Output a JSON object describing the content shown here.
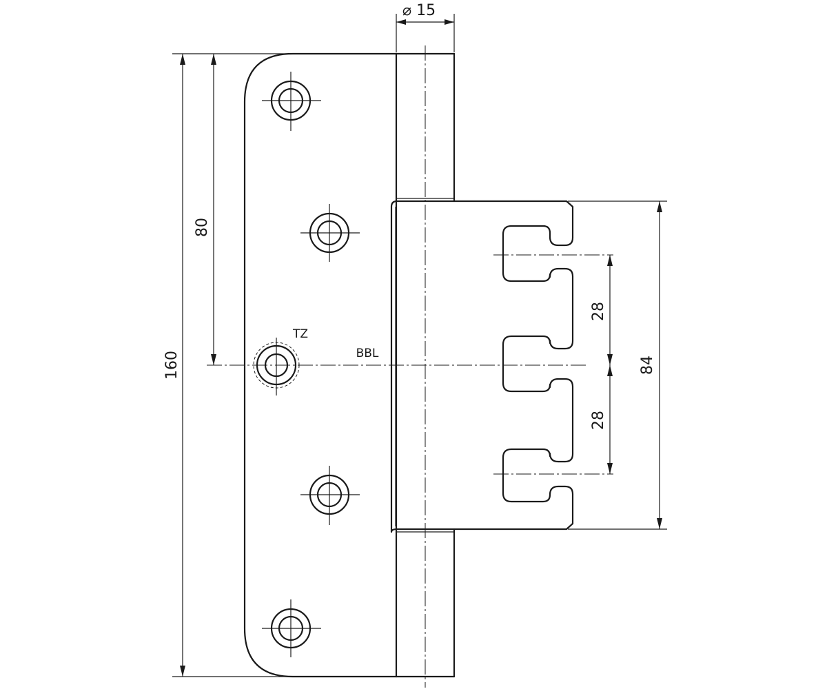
{
  "dimensions": {
    "pin_diameter": "⌀ 15",
    "total_height": "160",
    "upper_to_center": "80",
    "leaf_height": "84",
    "slot_pitch_upper": "28",
    "slot_pitch_lower": "28"
  },
  "labels": {
    "tz": "TZ",
    "bbl": "BBL"
  }
}
